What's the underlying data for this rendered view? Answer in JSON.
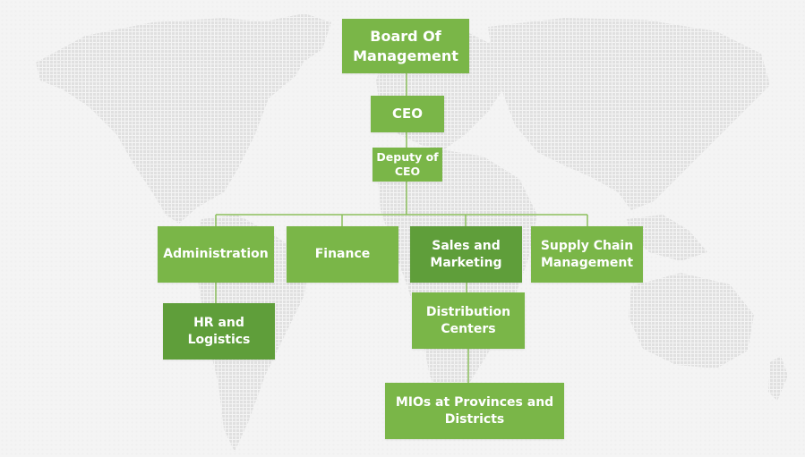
{
  "colors": {
    "node_green": "#7ab648",
    "node_dark_green": "#5f9e3a",
    "connector": "#8bbf5c",
    "map_gray": "#e0e0e0",
    "background": "#f4f4f4"
  },
  "org_chart": {
    "board": "Board Of\nManagement",
    "ceo": "CEO",
    "deputy": "Deputy of\nCEO",
    "administration": "Administration",
    "finance": "Finance",
    "sales_marketing": "Sales and\nMarketing",
    "supply_chain": "Supply Chain\nManagement",
    "hr_logistics": "HR and\nLogistics",
    "distribution": "Distribution\nCenters",
    "mios": "MIOs at Provinces and\nDistricts"
  },
  "background_art": "world-map-icon"
}
